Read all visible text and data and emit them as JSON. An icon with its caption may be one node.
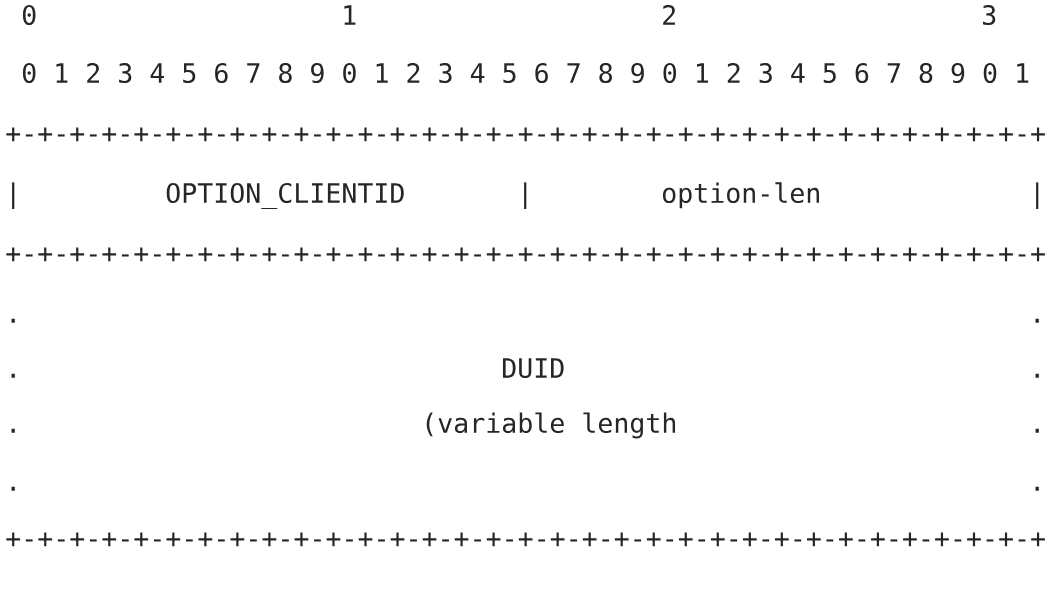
{
  "diagram": {
    "labels": [
      "0",
      "1",
      "2",
      "3",
      "0 1 2 3 4 5 6 7 8 9 0 1 2 3 4 5 6 7 8 9 0 1 2 3 4 5 6 7 8 9 0 1",
      "+-+-+-+-+-+-+-+-+-+-+-+-+-+-+-+-+-+-+-+-+-+-+-+-+-+-+-+-+-+-+-+-+",
      "|",
      "OPTION_CLIENTID",
      "|",
      "option-len",
      "|",
      "+-+-+-+-+-+-+-+-+-+-+-+-+-+-+-+-+-+-+-+-+-+-+-+-+-+-+-+-+-+-+-+-+",
      ".",
      ".",
      ".",
      "DUID",
      ".",
      ".",
      "(variable length",
      ".",
      ".",
      ".",
      "+-+-+-+-+-+-+-+-+-+-+-+-+-+-+-+-+-+-+-+-+-+-+-+-+-+-+-+-+-+-+-+-+"
    ]
  }
}
